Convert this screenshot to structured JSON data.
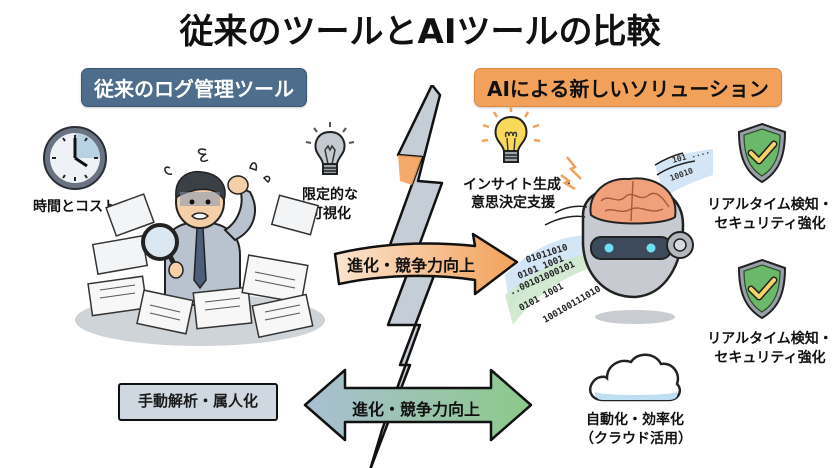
{
  "title": "従来のツールとAIツールの比較",
  "left_section": {
    "header": "従来のログ管理ツール",
    "header_color": "#4e6d8c",
    "items": [
      {
        "icon": "clock-icon",
        "label": "時間とコスト"
      },
      {
        "icon": "dim-lightbulb-icon",
        "label_line1": "限定的な",
        "label_line2": "可視化"
      },
      {
        "icon": "overwhelmed-worker-illustration",
        "label": ""
      }
    ],
    "box_label": "手動解析・属人化"
  },
  "right_section": {
    "header": "AIによる新しいソリューション",
    "header_color": "#f2a15a",
    "items": [
      {
        "icon": "bright-lightbulb-icon",
        "label_line1": "インサイト生成・",
        "label_line2": "意思決定支援"
      },
      {
        "icon": "ai-brain-robot-illustration",
        "label": ""
      },
      {
        "icon": "shield-check-icon",
        "label_line1": "リアルタイム検知・",
        "label_line2": "セキュリティ強化"
      },
      {
        "icon": "shield-check-icon",
        "label_line1": "リアルタイム検知・",
        "label_line2": "セキュリティ強化"
      },
      {
        "icon": "cloud-icon",
        "label_line1": "自動化・効率化",
        "label_line2": "（クラウド活用）"
      }
    ]
  },
  "arrows": {
    "top_label": "進化・競争力向上",
    "bottom_label": "進化・競争力向上"
  },
  "binary_streams": [
    "01011010",
    "0101 1001",
    "..00101000101",
    "0101 1001",
    "100100111010",
    "101 ....",
    "10010"
  ],
  "colors": {
    "orange": "#f2a15a",
    "slate": "#4e6d8c",
    "green_shield": "#6cb86b",
    "check_yellow": "#f3d46a",
    "arrow_blue": "#a9bfd3",
    "arrow_green": "#8cc98a"
  }
}
